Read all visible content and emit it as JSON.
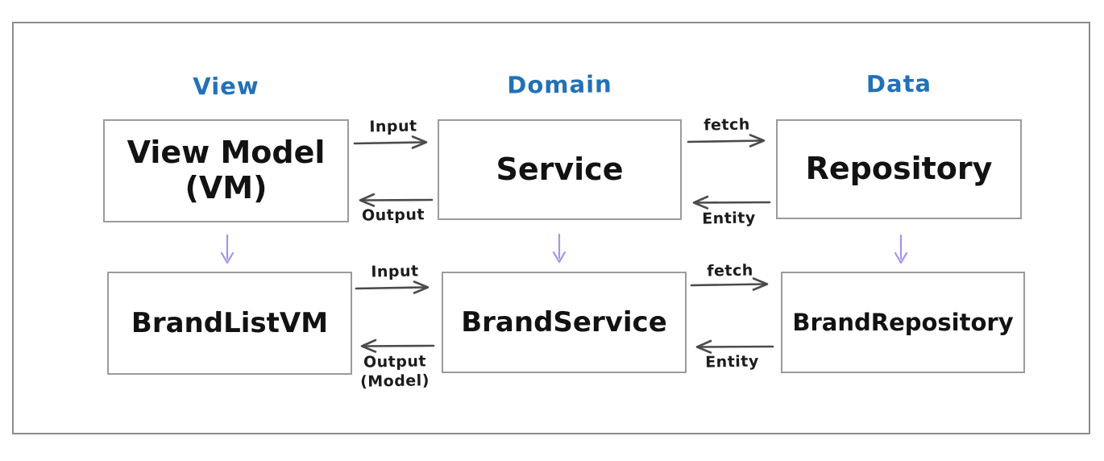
{
  "diagram": {
    "layers": {
      "view": "View",
      "domain": "Domain",
      "data": "Data"
    },
    "boxes": {
      "view_model": {
        "line1": "View Model",
        "line2": "(VM)"
      },
      "service": {
        "label": "Service"
      },
      "repository": {
        "label": "Repository"
      },
      "brand_list_vm": {
        "label": "BrandListVM"
      },
      "brand_service": {
        "label": "BrandService"
      },
      "brand_repository": {
        "label": "BrandRepository"
      }
    },
    "connections": {
      "view_to_service": {
        "forward": "Input",
        "backward": "Output"
      },
      "service_to_repository": {
        "forward": "fetch",
        "backward": "Entity"
      },
      "brandlist_to_brandservice": {
        "forward": "Input",
        "backward_line1": "Output",
        "backward_line2": "(Model)"
      },
      "brandservice_to_brandrepository": {
        "forward": "fetch",
        "backward": "Entity"
      }
    },
    "colors": {
      "header_blue": "#2271b8",
      "arrow_gray": "#4b4b4b",
      "flow_purple": "#a892e8",
      "box_border": "#9b9b9b",
      "frame_border": "#8c8c8c"
    }
  }
}
